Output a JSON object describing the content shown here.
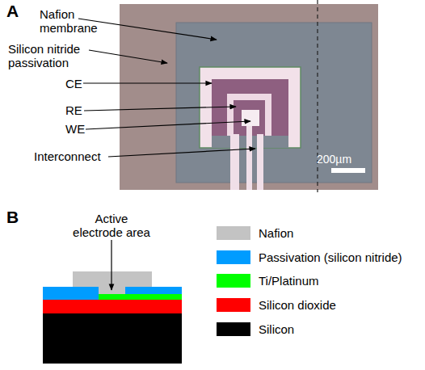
{
  "diagram": {
    "labels": [
      "A",
      "Nafion membrane",
      "Silicon nitride passivation",
      "CE",
      "RE",
      "WE",
      "Interconnect",
      "200µm",
      "B",
      "Active electrode area"
    ],
    "legend": [
      {
        "text": "Nafion",
        "color": "#c3c3c3"
      },
      {
        "text": "Passivation (silicon nitride)",
        "color": "#009cff"
      },
      {
        "text": "Ti/Platinum",
        "color": "#00ff00"
      },
      {
        "text": "Silicon dioxide",
        "color": "#ff0000"
      },
      {
        "text": "Silicon",
        "color": "#000000"
      }
    ]
  }
}
